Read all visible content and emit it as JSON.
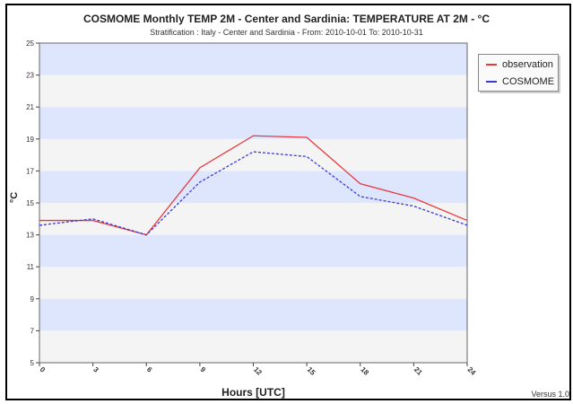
{
  "chart_data": {
    "type": "line",
    "title": "COSMOME Monthly TEMP 2M - Center and Sardinia: TEMPERATURE AT 2M  - °C",
    "subtitle": "Stratification : Italy - Center and Sardinia - From: 2010-10-01 To: 2010-10-31",
    "xlabel": "Hours [UTC]",
    "ylabel": "°C",
    "x": [
      0,
      3,
      6,
      9,
      12,
      15,
      18,
      21,
      24
    ],
    "xlim": [
      0,
      24
    ],
    "ylim": [
      5,
      25
    ],
    "yticks": [
      5,
      7,
      9,
      11,
      13,
      15,
      17,
      19,
      21,
      23,
      25
    ],
    "grid": "alternating horizontal bands",
    "legend_position": "top-right",
    "series": [
      {
        "name": "observation",
        "color": "#e8393f",
        "style": "solid",
        "values": [
          13.9,
          13.9,
          13.0,
          17.2,
          19.2,
          19.1,
          16.2,
          15.3,
          13.9
        ]
      },
      {
        "name": "COSMOME",
        "color": "#3a3ad6",
        "style": "dashed",
        "values": [
          13.6,
          14.0,
          13.0,
          16.3,
          18.2,
          17.9,
          15.4,
          14.8,
          13.6
        ]
      }
    ],
    "band_colors": [
      "#dde6fd",
      "#f4f4f4"
    ],
    "version_note": "Versus 1.0"
  }
}
